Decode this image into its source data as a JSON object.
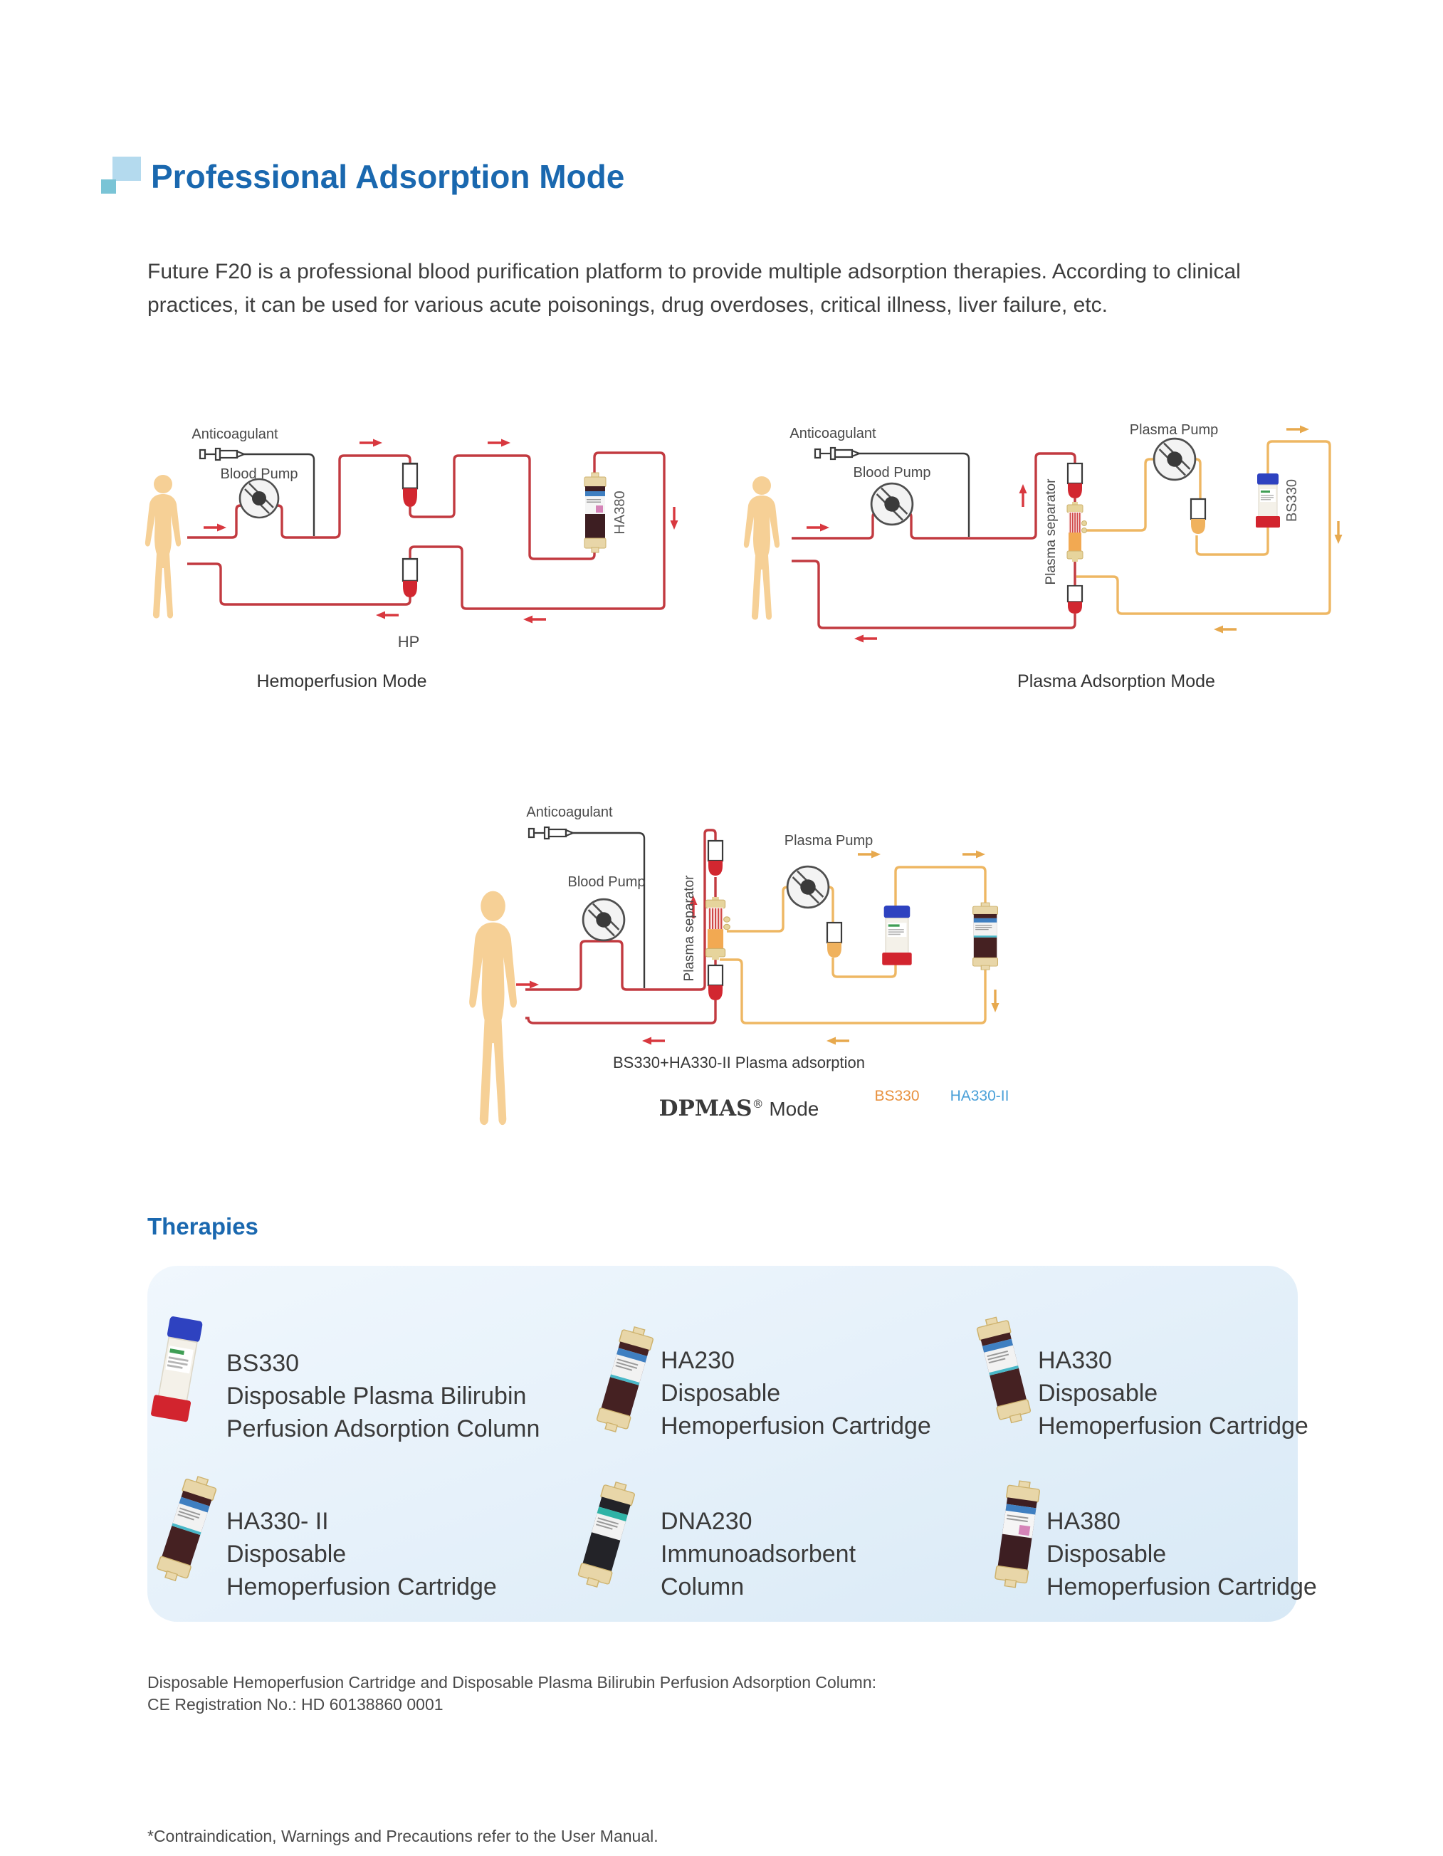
{
  "header": {
    "title": "Professional Adsorption Mode"
  },
  "intro": "Future F20 is a professional blood purification platform to provide multiple adsorption therapies. According to clinical practices, it can be used for various acute poisonings, drug overdoses, critical illness, liver failure, etc.",
  "diagrams": {
    "hemoperfusion": {
      "anticoagulant": "Anticoagulant",
      "blood_pump": "Blood Pump",
      "cartridge": "HA380",
      "hp": "HP",
      "caption": "Hemoperfusion Mode"
    },
    "plasma_adsorption": {
      "anticoagulant": "Anticoagulant",
      "blood_pump": "Blood Pump",
      "plasma_pump": "Plasma Pump",
      "separator": "Plasma separator",
      "cartridge": "BS330",
      "caption": "Plasma Adsorption Mode"
    },
    "dpmas": {
      "anticoagulant": "Anticoagulant",
      "blood_pump": "Blood Pump",
      "plasma_pump": "Plasma Pump",
      "separator": "Plasma separator",
      "bs330": "BS330",
      "ha330ii": "HA330-II",
      "subcaption": "BS330+HA330-II Plasma adsorption",
      "brand": "DPMAS",
      "reg": "®",
      "mode": " Mode"
    }
  },
  "therapies": {
    "heading": "Therapies",
    "products": [
      {
        "name": "BS330",
        "desc": [
          "Disposable Plasma Bilirubin",
          "Perfusion Adsorption Column"
        ]
      },
      {
        "name": "HA230",
        "desc": [
          "Disposable",
          "Hemoperfusion Cartridge"
        ]
      },
      {
        "name": "HA330",
        "desc": [
          "Disposable",
          "Hemoperfusion Cartridge"
        ]
      },
      {
        "name": "HA330- II",
        "desc": [
          "Disposable",
          "Hemoperfusion Cartridge"
        ]
      },
      {
        "name": "DNA230",
        "desc": [
          "Immunoadsorbent",
          "Column"
        ]
      },
      {
        "name": "HA380",
        "desc": [
          "Disposable",
          "Hemoperfusion Cartridge"
        ]
      }
    ]
  },
  "footnotes": {
    "ce_line1": "Disposable Hemoperfusion Cartridge and Disposable Plasma Bilirubin Perfusion Adsorption Column:",
    "ce_line2": "CE Registration No.: HD 60138860 0001",
    "warning": "*Contraindication, Warnings and Precautions refer to the User Manual."
  },
  "colors": {
    "accent_blue": "#1a68af",
    "blood_red": "#c23a40",
    "plasma_yellow": "#eeb763",
    "skin": "#f6d096",
    "box_bg": "#e6f1fa",
    "body_text": "#3e3e3e"
  }
}
